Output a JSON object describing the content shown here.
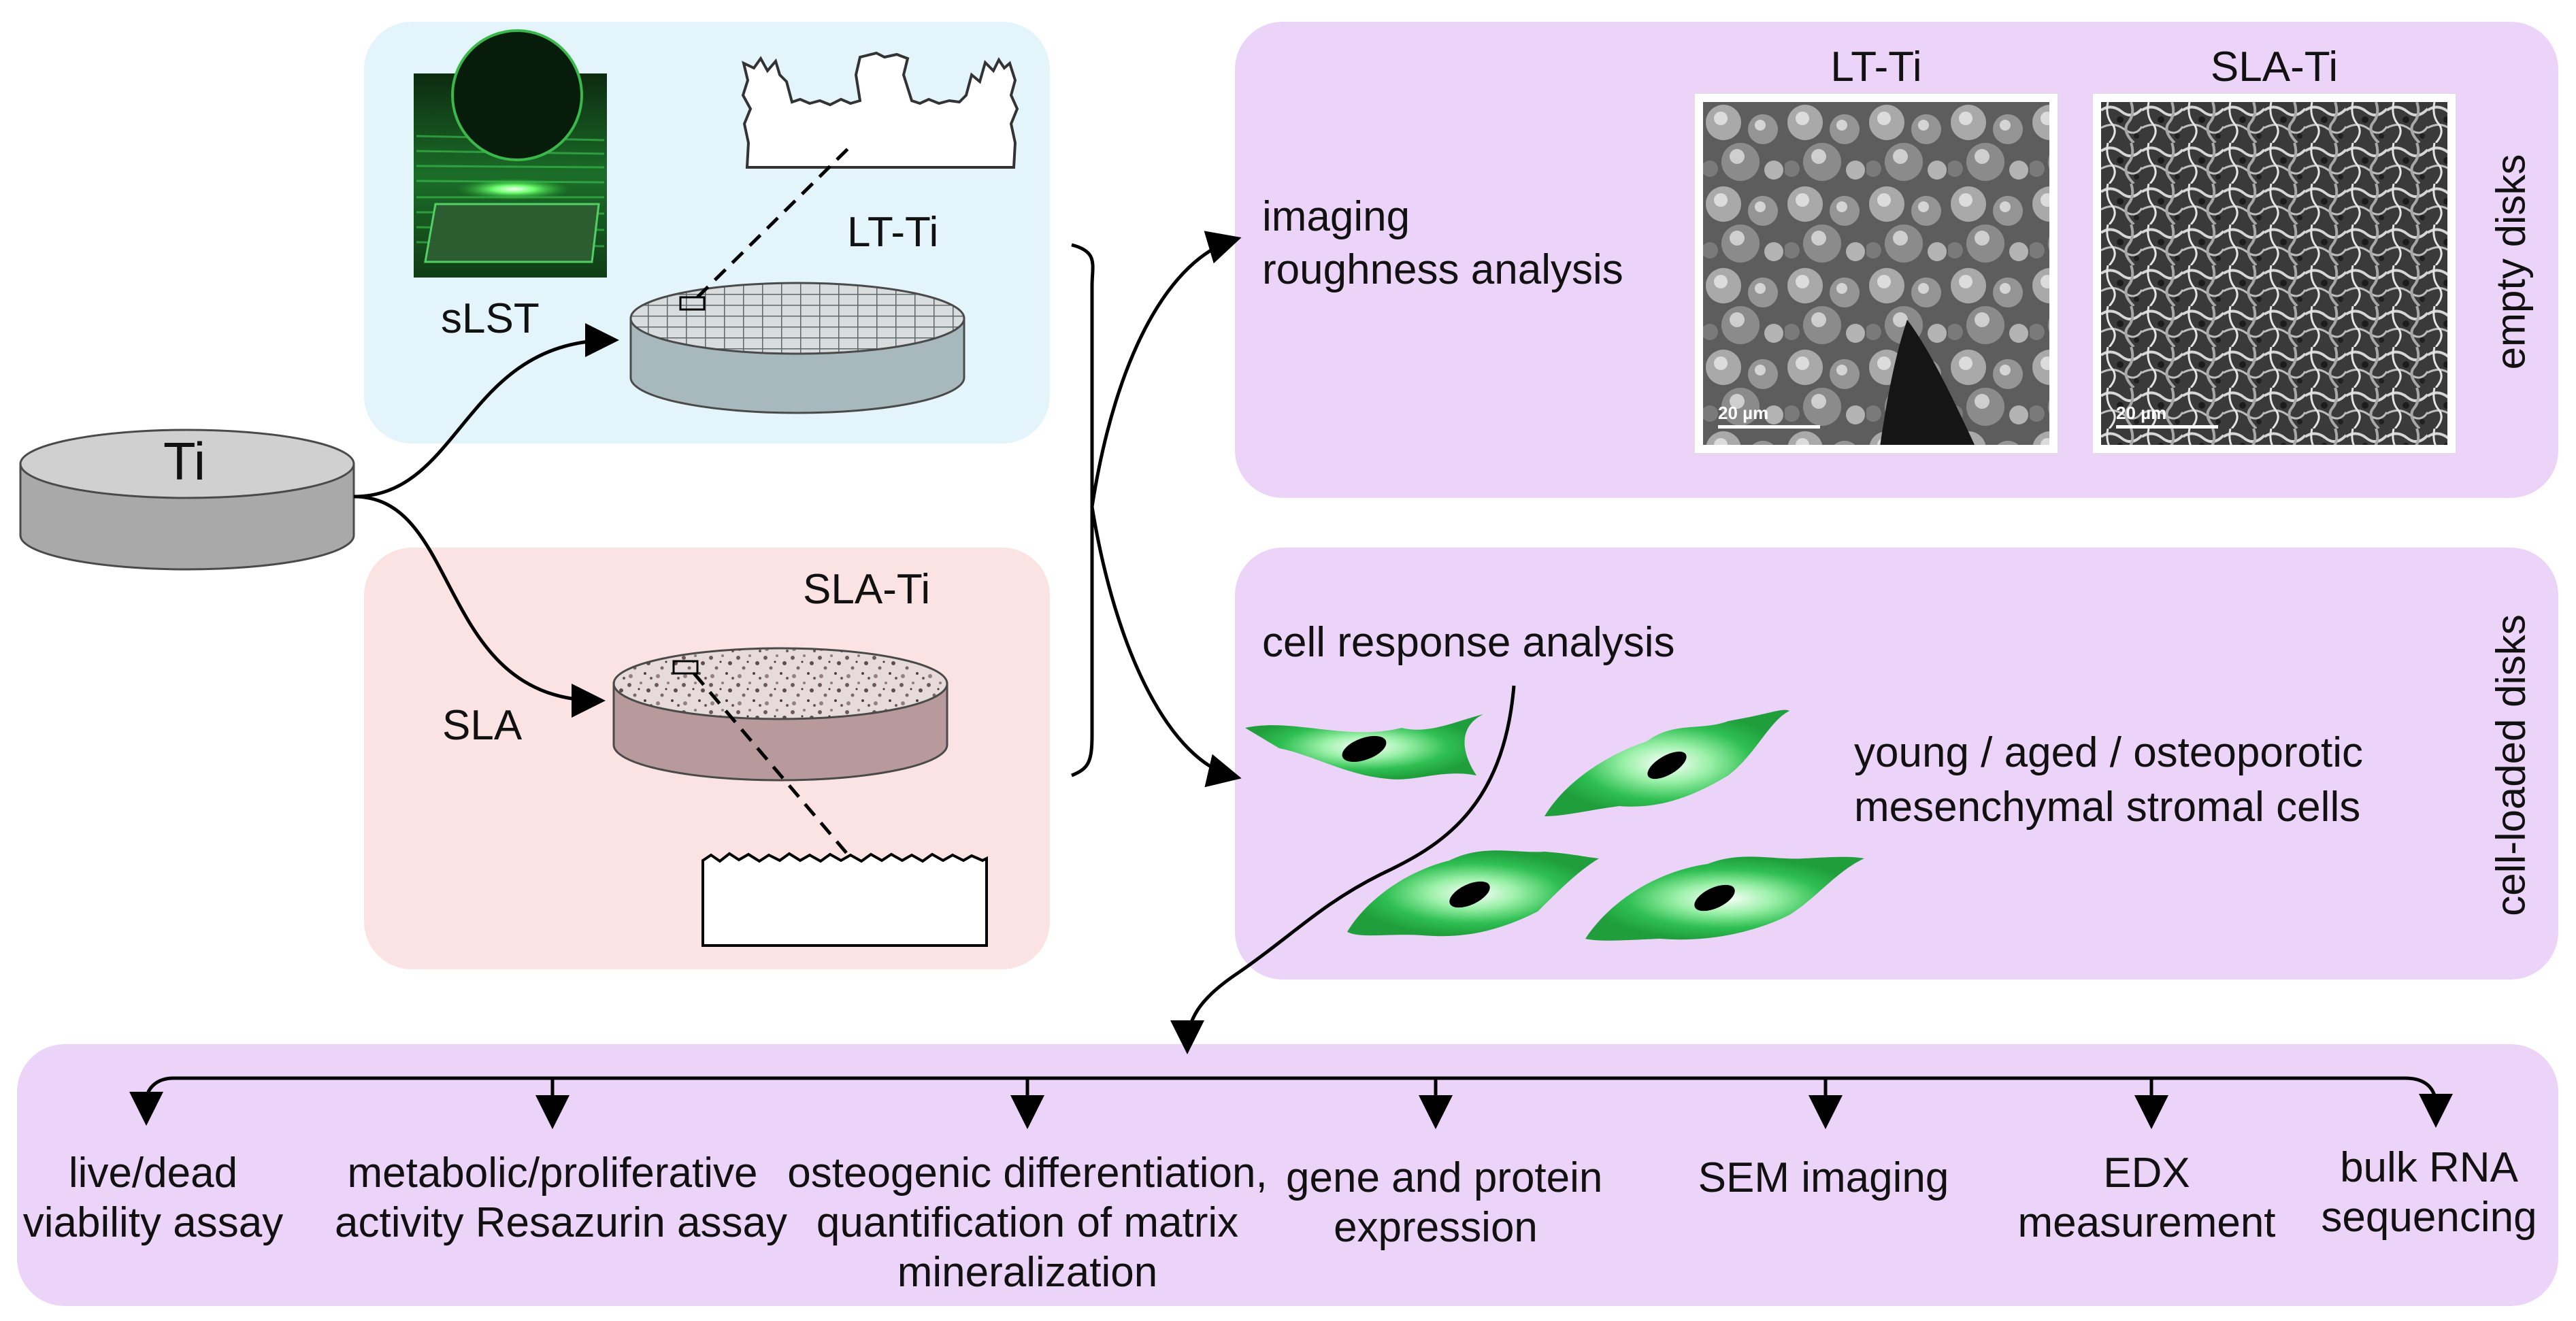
{
  "colors": {
    "blue_panel": "#e3f4fb",
    "pink_panel": "#fbe3e3",
    "violet_panel": "#ecd3f8",
    "disk_gray": "#cbcbcb",
    "disk_blue_side": "#a8b9bd",
    "disk_pink_side": "#b99a9c",
    "cell_green": "#22b24c"
  },
  "source": {
    "label": "Ti"
  },
  "processes": {
    "laser_label": "sLST",
    "laser_product": "LT-Ti",
    "sla_label": "SLA",
    "sla_product": "SLA-Ti"
  },
  "empty_disks": {
    "text_line1": "imaging",
    "text_line2": "roughness analysis",
    "side_label": "empty disks",
    "images": [
      {
        "title": "LT-Ti",
        "scale": "20 µm"
      },
      {
        "title": "SLA-Ti",
        "scale": "20 µm"
      }
    ]
  },
  "cell_loaded": {
    "heading": "cell response analysis",
    "cells_line1": "young / aged / osteoporotic",
    "cells_line2": "mesenchymal stromal cells",
    "side_label": "cell-loaded disks"
  },
  "assays": [
    {
      "line1": "live/dead",
      "line2": "viability assay",
      "line3": ""
    },
    {
      "line1": "metabolic/proliferative",
      "line2": "activity Resazurin assay",
      "line3": ""
    },
    {
      "line1": "osteogenic differentiation,",
      "line2": "quantification of matrix",
      "line3": "mineralization"
    },
    {
      "line1": "gene and protein",
      "line2": "expression",
      "line3": ""
    },
    {
      "line1": "SEM imaging",
      "line2": "",
      "line3": ""
    },
    {
      "line1": "EDX",
      "line2": "measurement",
      "line3": ""
    },
    {
      "line1": "bulk RNA",
      "line2": "sequencing",
      "line3": ""
    }
  ]
}
